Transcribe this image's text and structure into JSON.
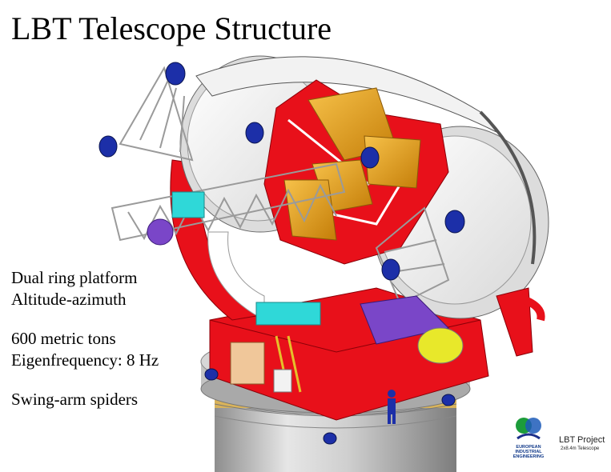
{
  "title": "LBT Telescope Structure",
  "facts": [
    "Dual ring platform",
    "Altitude-azimuth",
    "600 metric tons",
    "Eigenfrequency: 8 Hz",
    "Swing-arm spiders"
  ],
  "logos": {
    "eie_lines": [
      "EUROPEAN",
      "INDUSTRIAL",
      "ENGINEERING"
    ],
    "lbt_title": "LBT Project",
    "lbt_subtitle": "2x8.4m Telescope"
  },
  "colors": {
    "structure_red": "#e8101a",
    "mirror_white": "#f4f4f4",
    "baffle_gold": "#e6a316",
    "actuator_blue": "#1c2fa8",
    "cyan": "#2fd8d8",
    "purple": "#7a46c8",
    "pier_gray": "#b8b8b8"
  }
}
